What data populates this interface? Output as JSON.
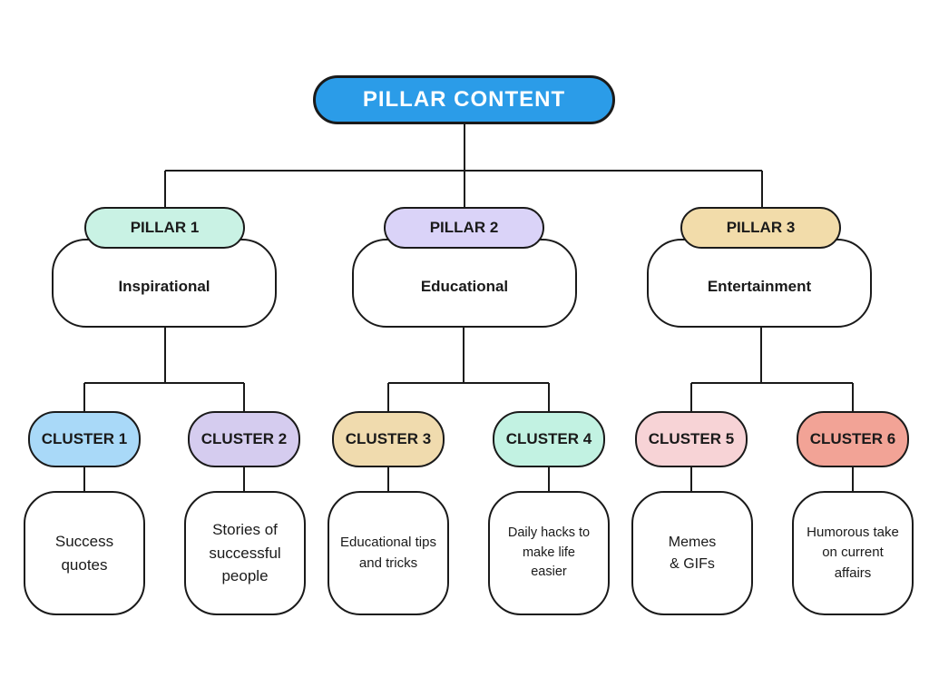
{
  "root": {
    "label": "PILLAR CONTENT",
    "fill": "#2B9CE8",
    "text_color": "#FFFFFF"
  },
  "outline_color": "#1A1A1A",
  "pillars": [
    {
      "tag": "PILLAR 1",
      "topic": "Inspirational",
      "tag_fill": "#C9F2E4",
      "clusters": [
        {
          "tag": "CLUSTER 1",
          "tag_fill": "#A9D9F8",
          "idea": "Success\nquotes"
        },
        {
          "tag": "CLUSTER 2",
          "tag_fill": "#D5CCEF",
          "idea": "Stories of\nsuccessful\npeople"
        }
      ]
    },
    {
      "tag": "PILLAR 2",
      "topic": "Educational",
      "tag_fill": "#DAD3F8",
      "clusters": [
        {
          "tag": "CLUSTER 3",
          "tag_fill": "#F0DBAE",
          "idea": "Educational tips\nand tricks"
        },
        {
          "tag": "CLUSTER 4",
          "tag_fill": "#C2F2E2",
          "idea": "Daily hacks to\nmake life\neasier"
        }
      ]
    },
    {
      "tag": "PILLAR 3",
      "topic": "Entertainment",
      "tag_fill": "#F2DCAA",
      "clusters": [
        {
          "tag": "CLUSTER 5",
          "tag_fill": "#F7D3D6",
          "idea": "Memes\n& GIFs"
        },
        {
          "tag": "CLUSTER 6",
          "tag_fill": "#F2A396",
          "idea": "Humorous take\non current\naffairs"
        }
      ]
    }
  ]
}
